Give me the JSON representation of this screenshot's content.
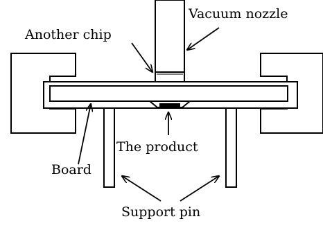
{
  "labels": {
    "vacuum_nozzle": "Vacuum nozzle",
    "another_chip": "Another chip",
    "the_product": "The product",
    "board": "Board",
    "support_pin": "Support pin"
  },
  "colors": {
    "stroke": "#000000",
    "background": "#ffffff",
    "product_fill": "#000000"
  }
}
